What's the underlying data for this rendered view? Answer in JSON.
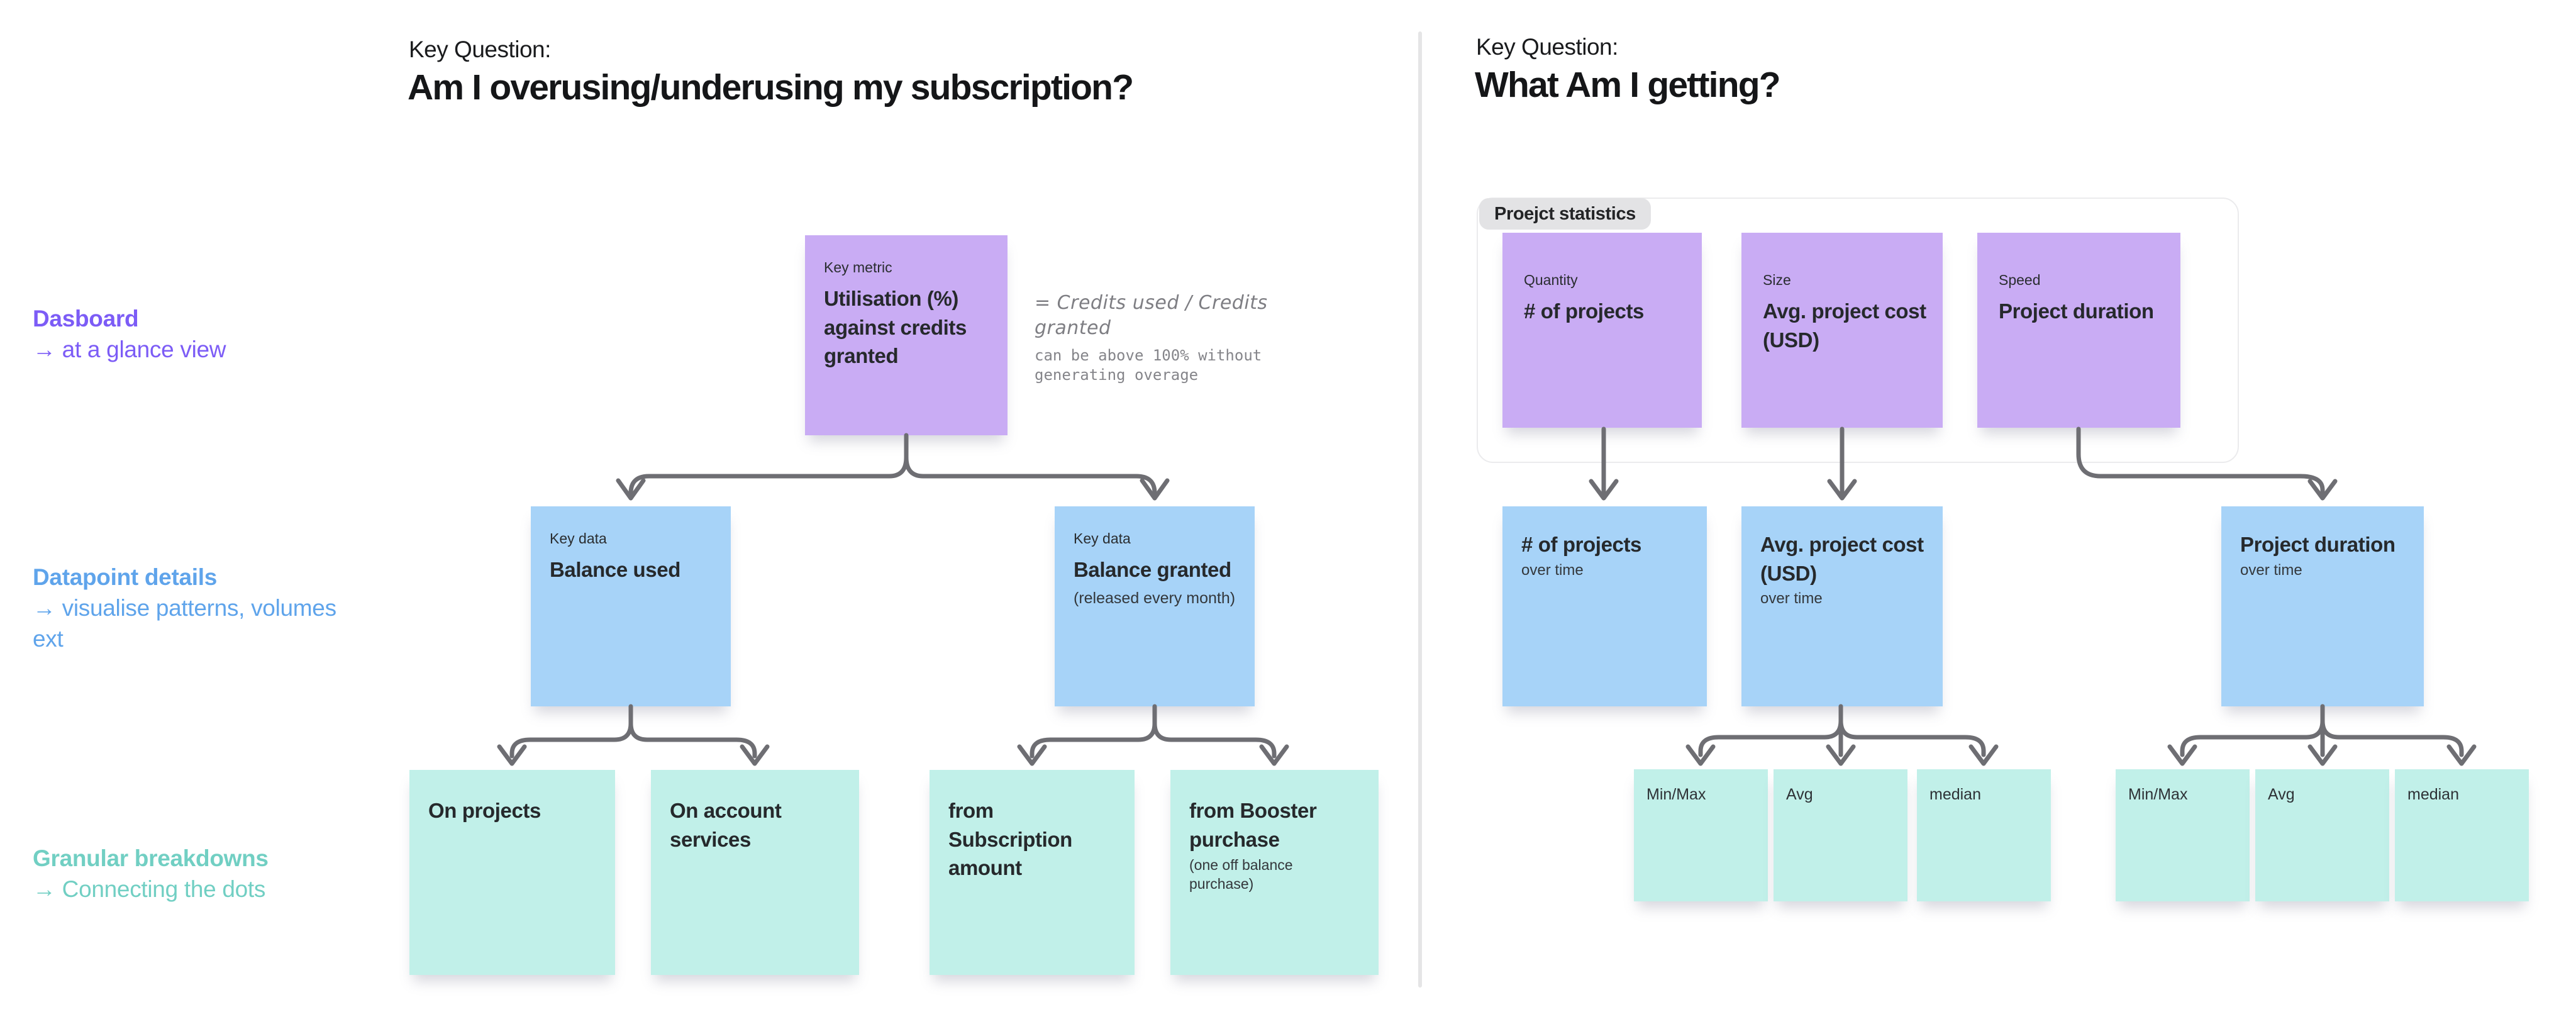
{
  "left": {
    "kicker": "Key Question:",
    "title": "Am I overusing/underusing my subscription?",
    "sidebar": [
      {
        "title": "Dasboard",
        "subtitle": "→ at a glance view"
      },
      {
        "title": "Datapoint details",
        "subtitle": "→ visualise patterns, volumes ext"
      },
      {
        "title": "Granular breakdowns",
        "subtitle": "→ Connecting the dots"
      }
    ],
    "key_metric": {
      "label": "Key metric",
      "title": "Utilisation (%)\nagainst credits\ngranted"
    },
    "annotation": {
      "script": "= Credits used / Credits\ngranted",
      "mono": "can be above 100% without\ngenerating overage"
    },
    "key_data": [
      {
        "label": "Key data",
        "title": "Balance used",
        "note": ""
      },
      {
        "label": "Key data",
        "title": "Balance granted",
        "note": "(released every month)"
      }
    ],
    "breakdowns": [
      {
        "title": "On projects",
        "note": ""
      },
      {
        "title": "On account\nservices",
        "note": ""
      },
      {
        "title": "from\nSubscription\namount",
        "note": ""
      },
      {
        "title": "from Booster\npurchase",
        "note": "(one off balance\npurchase)"
      }
    ]
  },
  "right": {
    "kicker": "Key Question:",
    "title": "What Am I getting?",
    "container_label": "Proejct statistics",
    "stats": [
      {
        "label": "Quantity",
        "title": "# of projects"
      },
      {
        "label": "Size",
        "title": "Avg. project cost\n(USD)"
      },
      {
        "label": "Speed",
        "title": "Project duration"
      }
    ],
    "over_time": [
      {
        "title": "# of projects",
        "note": "over time"
      },
      {
        "title": "Avg. project cost\n(USD)",
        "note": "over time"
      },
      {
        "title": "Project duration",
        "note": "over time"
      }
    ],
    "measures": [
      "Min/Max",
      "Avg",
      "median",
      "Min/Max",
      "Avg",
      "median"
    ]
  },
  "colors": {
    "sticky_purple": "#C9ACF4",
    "sticky_blue": "#A7D3F8",
    "sticky_mint": "#C1F0E9",
    "connector_gray": "#6E6E73",
    "sidebar_purple": "#7C5CF6",
    "sidebar_blue": "#5FA4EB",
    "sidebar_teal": "#71CFC3"
  }
}
